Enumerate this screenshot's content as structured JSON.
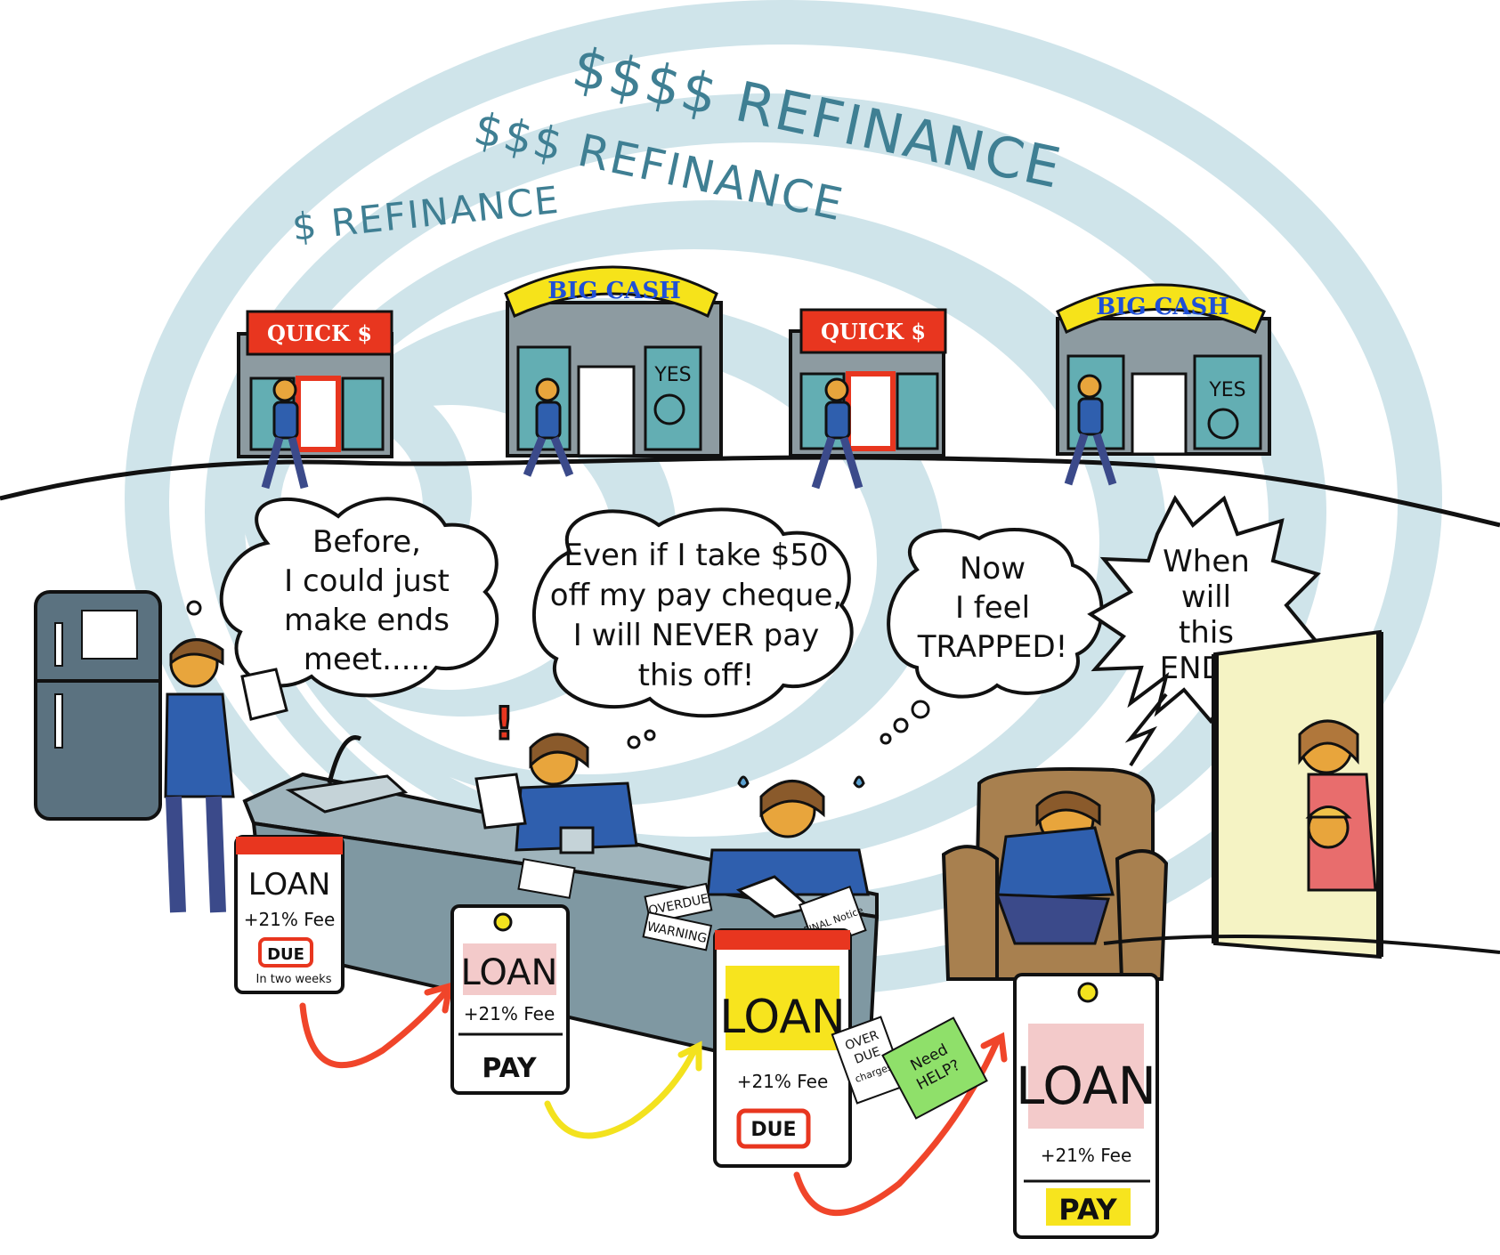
{
  "arcs": {
    "outer": "$$$$ REFINANCE",
    "middle": "$$$ REFINANCE",
    "inner": "$ REFINANCE"
  },
  "stores": [
    {
      "sign": "QUICK $",
      "kind": "quick"
    },
    {
      "sign": "BIG CASH",
      "kind": "big",
      "window": "YES"
    },
    {
      "sign": "QUICK $",
      "kind": "quick"
    },
    {
      "sign": "BIG CASH",
      "kind": "big",
      "window": "YES"
    }
  ],
  "bubbles": [
    {
      "lines": [
        "Before,",
        "I could just",
        "make ends",
        "meet....."
      ]
    },
    {
      "lines": [
        "Even if I take $50",
        "off my pay cheque,",
        "I will NEVER pay",
        "this off!"
      ]
    },
    {
      "lines": [
        "Now",
        "I feel",
        "TRAPPED!"
      ]
    },
    {
      "lines": [
        "When",
        "will",
        "this",
        "END?!"
      ]
    }
  ],
  "tickets": [
    {
      "title": "LOAN",
      "fee": "+21% Fee",
      "stamp": "DUE",
      "note": "In two weeks"
    },
    {
      "title": "LOAN",
      "fee": "+21% Fee",
      "action": "PAY"
    },
    {
      "title": "LOAN",
      "fee": "+21% Fee",
      "stamp": "DUE"
    },
    {
      "title": "LOAN",
      "fee": "+21% Fee",
      "action": "PAY"
    }
  ],
  "papers": {
    "overdue": "OVERDUE",
    "warning": "WARNING",
    "final_notice": "FINAL Notice",
    "overdue_charges_1": "OVER",
    "overdue_charges_2": "DUE",
    "overdue_charges_3": "charges",
    "need_help_1": "Need",
    "need_help_2": "HELP?"
  },
  "colors": {
    "spiral": "#cfe4ea",
    "arc_text": "#3f7f93",
    "quick_sign": "#e8361f",
    "big_sign": "#f6e31a",
    "big_sign_text": "#1f4fd6",
    "store_wall": "#8d9ba1",
    "counter": "#7f98a2",
    "shirt": "#2f5fae",
    "arrow_red": "#f0452a",
    "arrow_yellow": "#f3e21e",
    "loan_pink": "#f3caca",
    "loan_yellow": "#f7e41e",
    "doorway": "#f5f3c4"
  }
}
